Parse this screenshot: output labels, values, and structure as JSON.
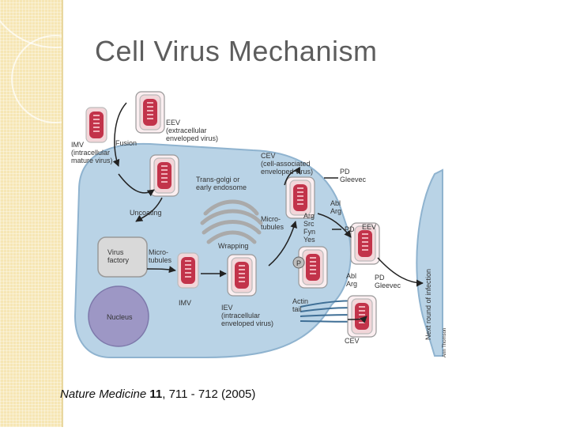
{
  "title": "Cell Virus Mechanism",
  "figure": {
    "labels": {
      "imv_top": "IMV\n(intracellular\nmature virus)",
      "fusion": "Fusion",
      "eev_top": "EEV\n(extracellular\nenveloped virus)",
      "cev_top": "CEV\n(cell-associated\nenveloped virus)",
      "trans_golgi": "Trans-golgi or\nearly endosome",
      "uncoating": "Uncoating",
      "virus_factory": "Virus\nfactory",
      "microtubules_left": "Micro-\ntubules",
      "microtubules_right": "Micro-\ntubules",
      "wrapping": "Wrapping",
      "imv_bottom": "IMV",
      "iev": "IEV\n(intracellular\nenveloped virus)",
      "nucleus": "Nucleus",
      "pd_gleevec_top": "PD\nGleevec",
      "abl_arg_top": "Abl\nArg",
      "pd_mid": "PD",
      "kinases": "Arg\nSrc\nFyn\nYes",
      "eev_right": "EEV",
      "p_badge": "P",
      "actin_tail": "Actin\ntail",
      "abl_arg_bottom": "Abl\nArg",
      "pd_gleevec_bottom": "PD\nGleevec",
      "cev_bottom": "CEV",
      "next_round": "Next round of infection",
      "credit": "Ann Thomson"
    }
  },
  "caption": {
    "journal": "Nature Medicine",
    "volume": "11",
    "rest": ", 711 - 712 (2005)"
  },
  "colors": {
    "cell_fill": "#b9d3e6",
    "cell_stroke": "#8fb3cf",
    "virus_core": "#c2334a",
    "virus_env": "#f2d6d9",
    "actin": "#3f6f96"
  }
}
